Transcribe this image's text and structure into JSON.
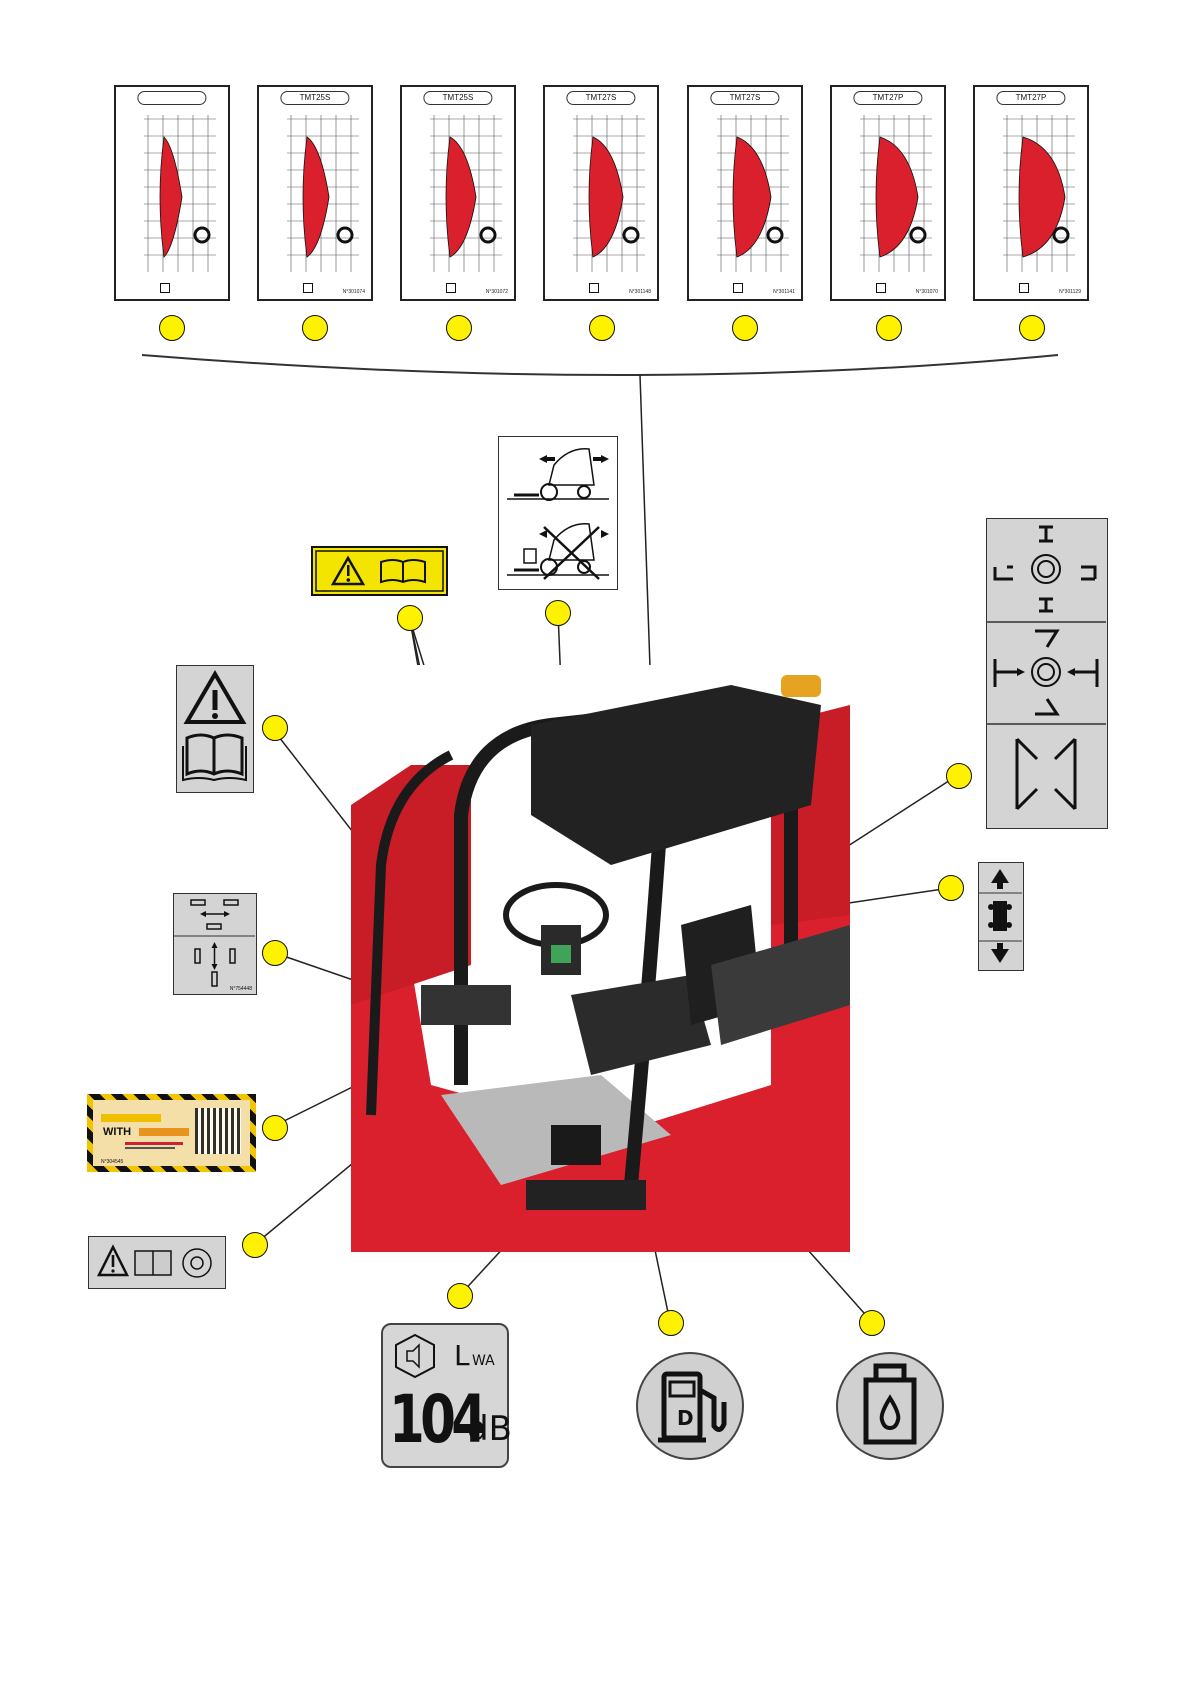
{
  "load_charts": [
    {
      "title": "",
      "code": ""
    },
    {
      "title": "TMT25S",
      "code": "N°301074"
    },
    {
      "title": "TMT25S",
      "code": "N°301072"
    },
    {
      "title": "TMT27S",
      "code": "N°301148"
    },
    {
      "title": "TMT27S",
      "code": "N°301141"
    },
    {
      "title": "TMT27P",
      "code": "N°301070"
    },
    {
      "title": "TMT27P",
      "code": "N°301129"
    }
  ],
  "noise_decal": {
    "label_l": "L",
    "label_sub": "WA",
    "value": "104",
    "unit": "dB"
  },
  "fuel_decal": {
    "letter": "D"
  },
  "steering_decal": {
    "code": "N°754448"
  },
  "qr_decal": {
    "line1": "WITH",
    "code": "N°304545"
  },
  "colors": {
    "marker": "#fff200",
    "machine": "#d9202c",
    "decal_gray": "#d4d4d4",
    "warning_yellow": "#f3e500"
  }
}
